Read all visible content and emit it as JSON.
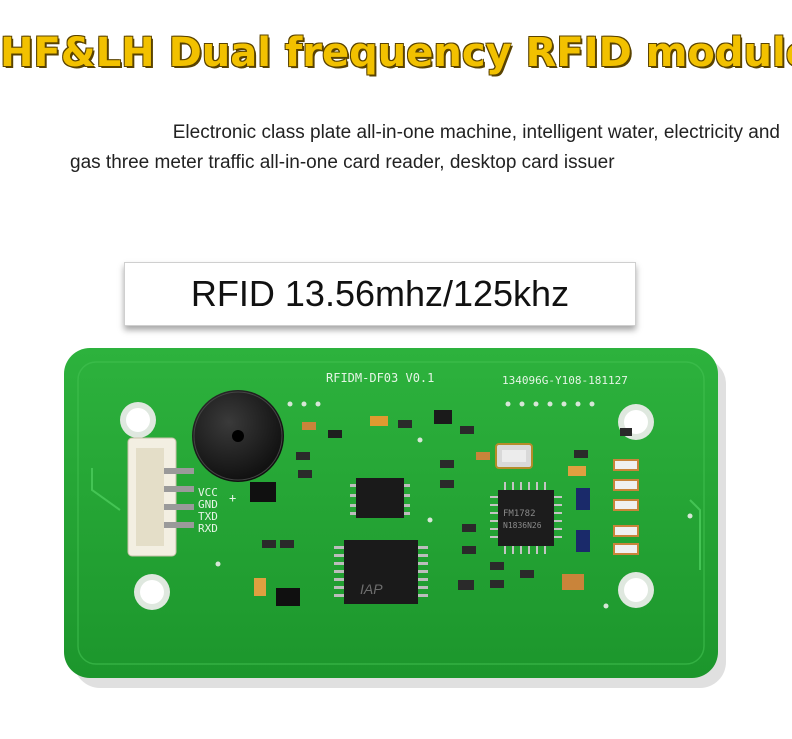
{
  "title": "HF&LH Dual frequency RFID module",
  "subtitle": {
    "line1": "Electronic class plate all-in-one machine, intelligent water, electricity and",
    "line2": "gas three meter traffic all-in-one card reader, desktop card issuer"
  },
  "spec": "RFID 13.56mhz/125khz",
  "board": {
    "model_label": "RFIDM-DF03 V0.1",
    "serial_label": "134096G-Y108-181127",
    "pins": [
      "VCC",
      "GND",
      "TXD",
      "RXD"
    ],
    "plus_mark": "+",
    "chip_label_1": "FM1782",
    "chip_label_2": "N1836N26",
    "chip_brand": "IAP",
    "colors": {
      "pcb": "#22a033",
      "pcb_dark": "#157a22",
      "silk": "#e6f5e6",
      "title": "#f2c100"
    }
  }
}
